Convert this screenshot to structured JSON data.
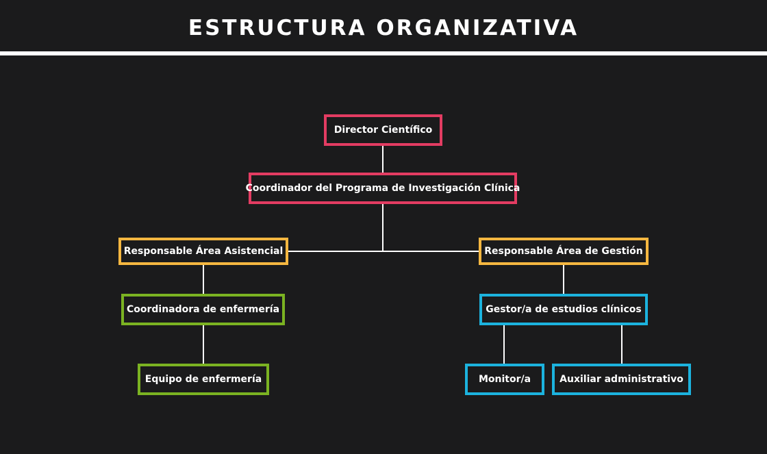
{
  "header": {
    "title": "ESTRUCTURA ORGANIZATIVA"
  },
  "colors": {
    "background": "#1b1b1c",
    "lines": "#ffffff",
    "director_level": "#e33c62",
    "area_level": "#f5b740",
    "nursing_level": "#7bb322",
    "studies_level": "#1cb3de"
  },
  "org": {
    "director": "Director Científico",
    "coordinator": "Coordinador del Programa de Investigación Clínica",
    "care_area": "Responsable Área Asistencial",
    "management_area": "Responsable Área de Gestión",
    "nursing_coordinator": "Coordinadora de enfermería",
    "nursing_team": "Equipo de enfermería",
    "study_manager": "Gestor/a de estudios clínicos",
    "monitor": "Monitor/a",
    "admin_assistant": "Auxiliar administrativo"
  }
}
